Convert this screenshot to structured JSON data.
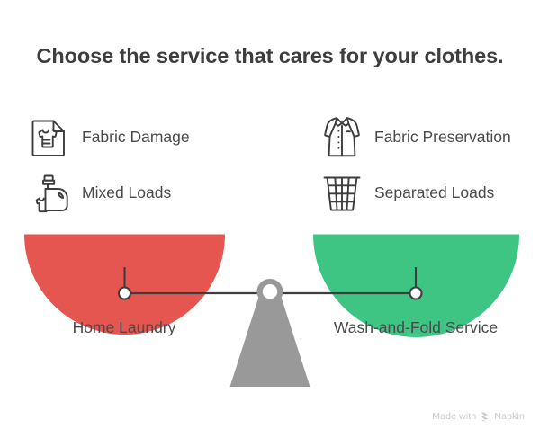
{
  "title": "Choose the service that cares for your clothes.",
  "left_side": {
    "caption": "Home Laundry",
    "pan_color": "#e4564f",
    "features": [
      {
        "label": "Fabric Damage",
        "icon": "torn-shirt-card-icon"
      },
      {
        "label": "Mixed Loads",
        "icon": "detergent-bottle-shirt-icon"
      }
    ]
  },
  "right_side": {
    "caption": "Wash-and-Fold Service",
    "pan_color": "#3ec483",
    "features": [
      {
        "label": "Fabric Preservation",
        "icon": "dress-shirt-icon"
      },
      {
        "label": "Separated Loads",
        "icon": "laundry-basket-icon"
      }
    ]
  },
  "scale": {
    "beam_color": "#3d3d3d",
    "fulcrum_color": "#999999",
    "pivot_color": "#ffffff"
  },
  "watermark": {
    "prefix": "Made with",
    "brand": "Napkin",
    "logo": "napkin-chevron-icon",
    "color": "#c9c9c9"
  }
}
